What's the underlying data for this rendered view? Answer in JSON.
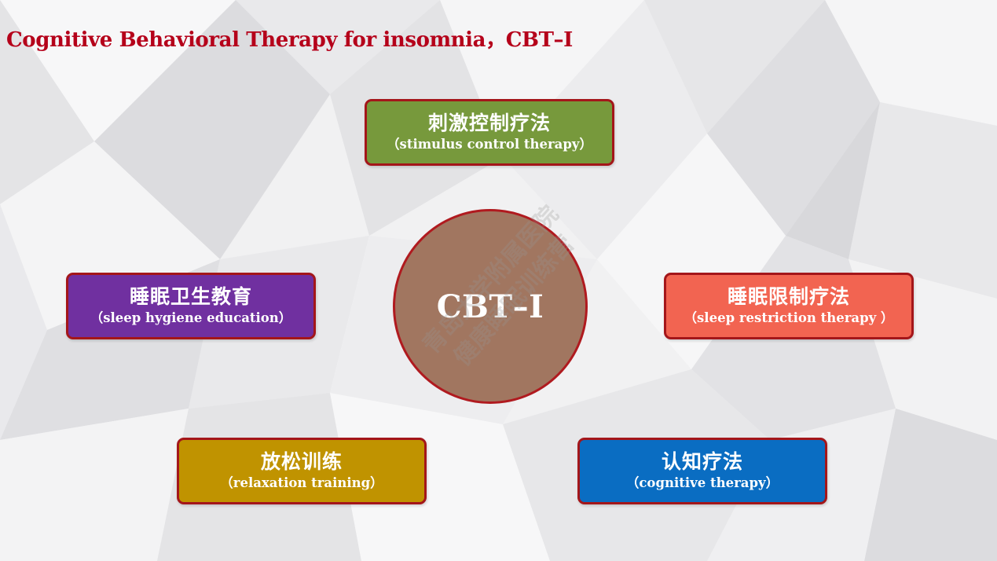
{
  "title": "Cognitive Behavioral Therapy for insomnia，CBT–I",
  "center": "CBT–I",
  "therapies": {
    "stimulus_control": {
      "zh": "刺激控制疗法",
      "en": "（stimulus control therapy）",
      "color": "#77993c"
    },
    "sleep_hygiene": {
      "zh": "睡眠卫生教育",
      "en": "（sleep hygiene education）",
      "color": "#7030a0"
    },
    "sleep_restriction": {
      "zh": "睡眠限制疗法",
      "en": "（sleep restriction therapy ）",
      "color": "#f26451"
    },
    "relaxation": {
      "zh": "放松训练",
      "en": "（relaxation training）",
      "color": "#c09300"
    },
    "cognitive": {
      "zh": "认知疗法",
      "en": "（cognitive therapy）",
      "color": "#0a6dc2"
    }
  },
  "watermark": {
    "line1": "青岛大学附属医院",
    "line2": "健康睡眠训练营"
  },
  "colors": {
    "title": "#b5001a",
    "border": "#a4161a",
    "center_fill": "#a17660",
    "center_border": "#b01a1f"
  }
}
